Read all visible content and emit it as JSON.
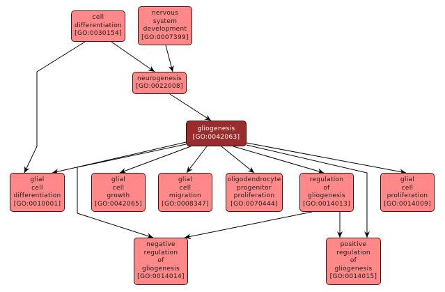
{
  "diagram": {
    "type": "GO term graph",
    "colors": {
      "node_fill": "#ff8888",
      "focus_fill": "#992c2c",
      "edge": "#000000"
    },
    "nodes": [
      {
        "id": "GO:0030154",
        "lines": [
          "cell",
          "differentiation",
          "[GO:0030154]"
        ]
      },
      {
        "id": "GO:0007399",
        "lines": [
          "nervous",
          "system",
          "development",
          "[GO:0007399]"
        ]
      },
      {
        "id": "GO:0022008",
        "lines": [
          "neurogenesis",
          "[GO:0022008]"
        ]
      },
      {
        "id": "GO:0042063",
        "lines": [
          "gliogenesis",
          "[GO:0042063]"
        ],
        "focus": true
      },
      {
        "id": "GO:0010001",
        "lines": [
          "glial",
          "cell",
          "differentiation",
          "[GO:0010001]"
        ]
      },
      {
        "id": "GO:0042065",
        "lines": [
          "glial",
          "cell",
          "growth",
          "[GO:0042065]"
        ]
      },
      {
        "id": "GO:0008347",
        "lines": [
          "glial",
          "cell",
          "migration",
          "[GO:0008347]"
        ]
      },
      {
        "id": "GO:0070444",
        "lines": [
          "oligodendrocyte",
          "progenitor",
          "proliferation",
          "[GO:0070444]"
        ]
      },
      {
        "id": "GO:0014013",
        "lines": [
          "regulation",
          "of",
          "gliogenesis",
          "[GO:0014013]"
        ]
      },
      {
        "id": "GO:0014009",
        "lines": [
          "glial",
          "cell",
          "proliferation",
          "[GO:0014009]"
        ]
      },
      {
        "id": "GO:0014014",
        "lines": [
          "negative",
          "regulation",
          "of",
          "gliogenesis",
          "[GO:0014014]"
        ]
      },
      {
        "id": "GO:0014015",
        "lines": [
          "positive",
          "regulation",
          "of",
          "gliogenesis",
          "[GO:0014015]"
        ]
      }
    ],
    "edges": [
      {
        "from": "GO:0030154",
        "to": "GO:0022008"
      },
      {
        "from": "GO:0007399",
        "to": "GO:0022008"
      },
      {
        "from": "GO:0030154",
        "to": "GO:0010001"
      },
      {
        "from": "GO:0022008",
        "to": "GO:0042063"
      },
      {
        "from": "GO:0042063",
        "to": "GO:0010001"
      },
      {
        "from": "GO:0042063",
        "to": "GO:0042065"
      },
      {
        "from": "GO:0042063",
        "to": "GO:0008347"
      },
      {
        "from": "GO:0042063",
        "to": "GO:0070444"
      },
      {
        "from": "GO:0042063",
        "to": "GO:0014013"
      },
      {
        "from": "GO:0042063",
        "to": "GO:0014009"
      },
      {
        "from": "GO:0042063",
        "to": "GO:0014014"
      },
      {
        "from": "GO:0042063",
        "to": "GO:0014015"
      },
      {
        "from": "GO:0014013",
        "to": "GO:0014014"
      },
      {
        "from": "GO:0014013",
        "to": "GO:0014015"
      }
    ]
  }
}
